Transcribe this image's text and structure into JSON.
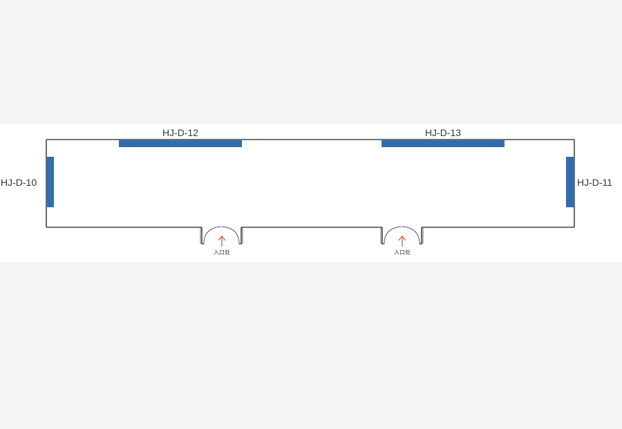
{
  "colors": {
    "background": "#f4f4f4",
    "card": "#ffffff",
    "wall": "#444444",
    "screen": "#2e6db0",
    "arrow": "#e0523a"
  },
  "screens": [
    {
      "id": "screen-hj-d-12",
      "label": "HJ-D-12",
      "orientation": "horizontal",
      "wall": "top"
    },
    {
      "id": "screen-hj-d-13",
      "label": "HJ-D-13",
      "orientation": "horizontal",
      "wall": "top"
    },
    {
      "id": "screen-hj-d-10",
      "label": "HJ-D-10",
      "orientation": "vertical",
      "wall": "left"
    },
    {
      "id": "screen-hj-d-11",
      "label": "HJ-D-11",
      "orientation": "vertical",
      "wall": "right"
    }
  ],
  "entrances": [
    {
      "id": "entrance-1",
      "label": "入口处",
      "icon": "arrow-up-icon"
    },
    {
      "id": "entrance-2",
      "label": "入口处",
      "icon": "arrow-up-icon"
    }
  ]
}
